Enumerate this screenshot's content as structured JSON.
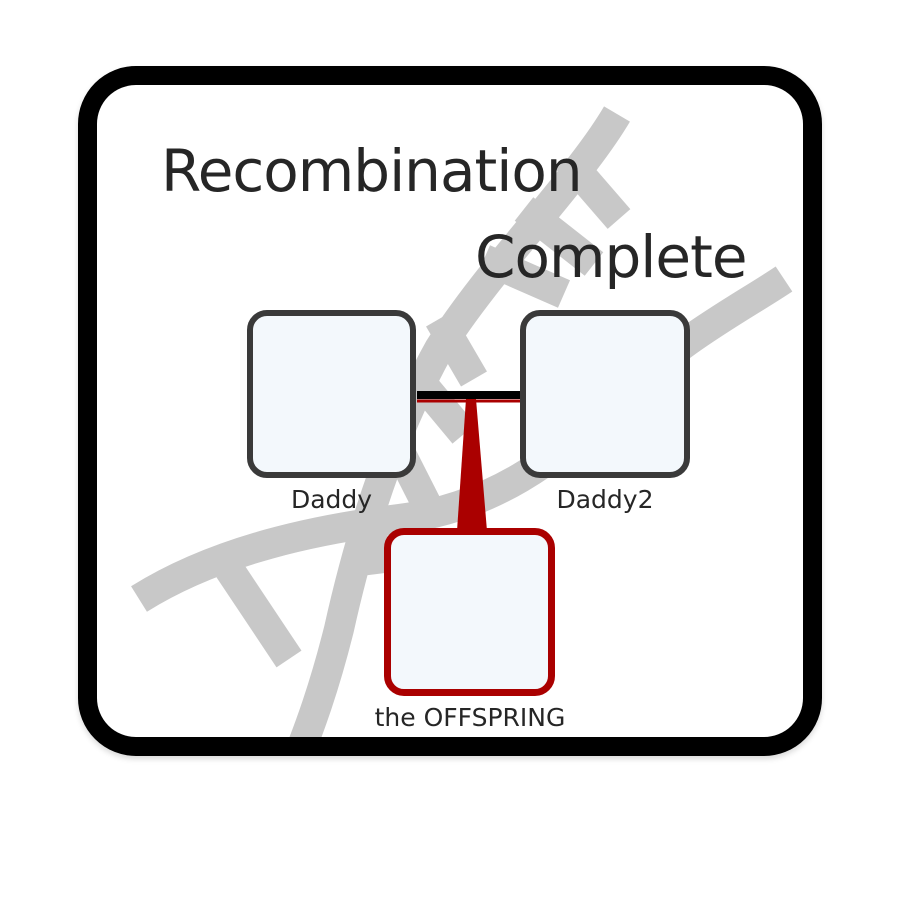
{
  "title": {
    "line1": "Recombination",
    "line2": "Complete"
  },
  "nodes": {
    "parent1": {
      "label": "Daddy"
    },
    "parent2": {
      "label": "Daddy2"
    },
    "child": {
      "label": "the OFFSPRING"
    }
  },
  "colors": {
    "frame": "#000000",
    "parent_border": "#3a3a3a",
    "child_border": "#aa0000",
    "node_fill": "#f3f8fc",
    "dna_watermark": "#c8c8c8",
    "text": "#262626"
  },
  "icons": {
    "background": "dna-helix-icon"
  }
}
